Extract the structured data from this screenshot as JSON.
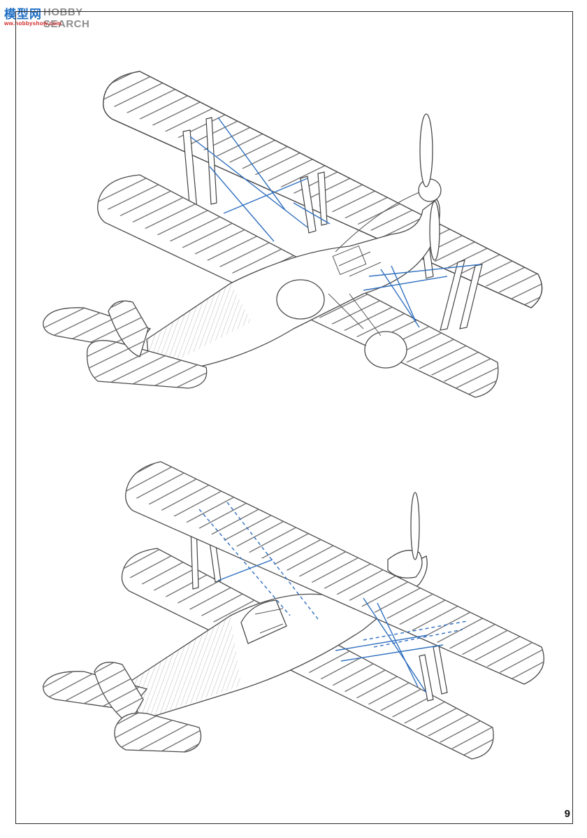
{
  "watermark": {
    "cn_text": "模型网",
    "brand": "HOBBY SEARCH",
    "url": "ww.hobbyshow.com"
  },
  "page": {
    "number": "9"
  },
  "colors": {
    "rigging_wire": "#2f6fbf",
    "outline": "#4a4a4a",
    "watermark_blue": "#1f6fc4",
    "watermark_red": "#d22b2b"
  },
  "figures": [
    {
      "name": "biplane-view-underside",
      "icon": "biplane-drawing"
    },
    {
      "name": "biplane-view-topside",
      "icon": "biplane-drawing"
    }
  ]
}
